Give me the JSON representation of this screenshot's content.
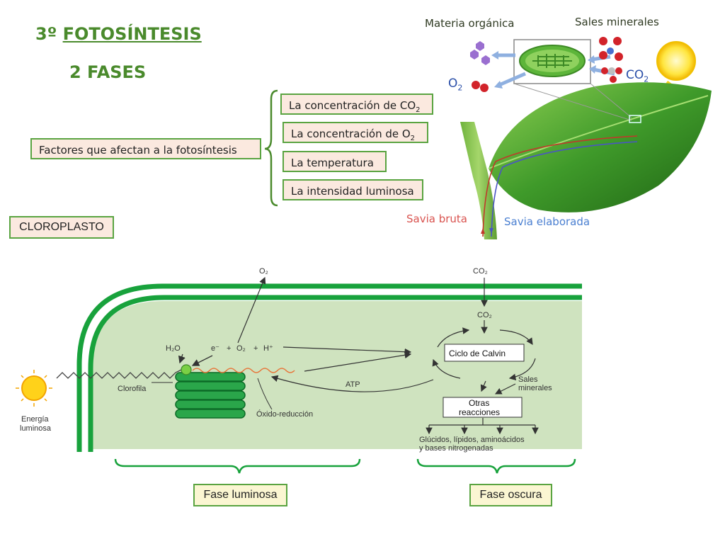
{
  "heading": {
    "number": "3º",
    "title": "FOTOSÍNTESIS",
    "subtitle": "2 FASES"
  },
  "factors": {
    "label": "Factores que afectan a la fotosíntesis",
    "items": [
      {
        "text": "La concentración de CO",
        "sub": "2"
      },
      {
        "text": "La concentración de O",
        "sub": "2"
      },
      {
        "text": "La temperatura",
        "sub": ""
      },
      {
        "text": "La intensidad luminosa",
        "sub": ""
      }
    ]
  },
  "leaf": {
    "materia": "Materia orgánica",
    "sales": "Sales minerales",
    "co2": "CO",
    "co2_sub": "2",
    "o2": "O",
    "o2_sub": "2",
    "savia_bruta": "Savia bruta",
    "savia_elaborada": "Savia elaborada"
  },
  "chloroplast": {
    "label": "CLOROPLASTO",
    "o2_out": "O₂",
    "co2_in": "CO₂",
    "co2_inner": "CO₂",
    "h2o": "H₂O",
    "eq_e": "e⁻",
    "eq_plus1": "+",
    "eq_o2": "O₂",
    "eq_plus2": "+",
    "eq_h": "H⁺",
    "clorofila": "Clorofila",
    "oxido": "Óxido-reducción",
    "atp": "ATP",
    "energia_1": "Energía",
    "energia_2": "luminosa",
    "calvin": "Ciclo de Calvin",
    "sales_1": "Sales",
    "sales_2": "minerales",
    "otras_1": "Otras",
    "otras_2": "reacciones",
    "products_1": "Glúcidos, lípidos, aminoácidos",
    "products_2": "y bases nitrogenadas"
  },
  "phases": {
    "luminosa": "Fase luminosa",
    "oscura": "Fase oscura"
  },
  "colors": {
    "green": "#4a8a2c",
    "box_bg": "#fbe9df",
    "phase_bg": "#fbf6d2",
    "stroma": "#cfe3bf",
    "membrane": "#18a23c"
  }
}
